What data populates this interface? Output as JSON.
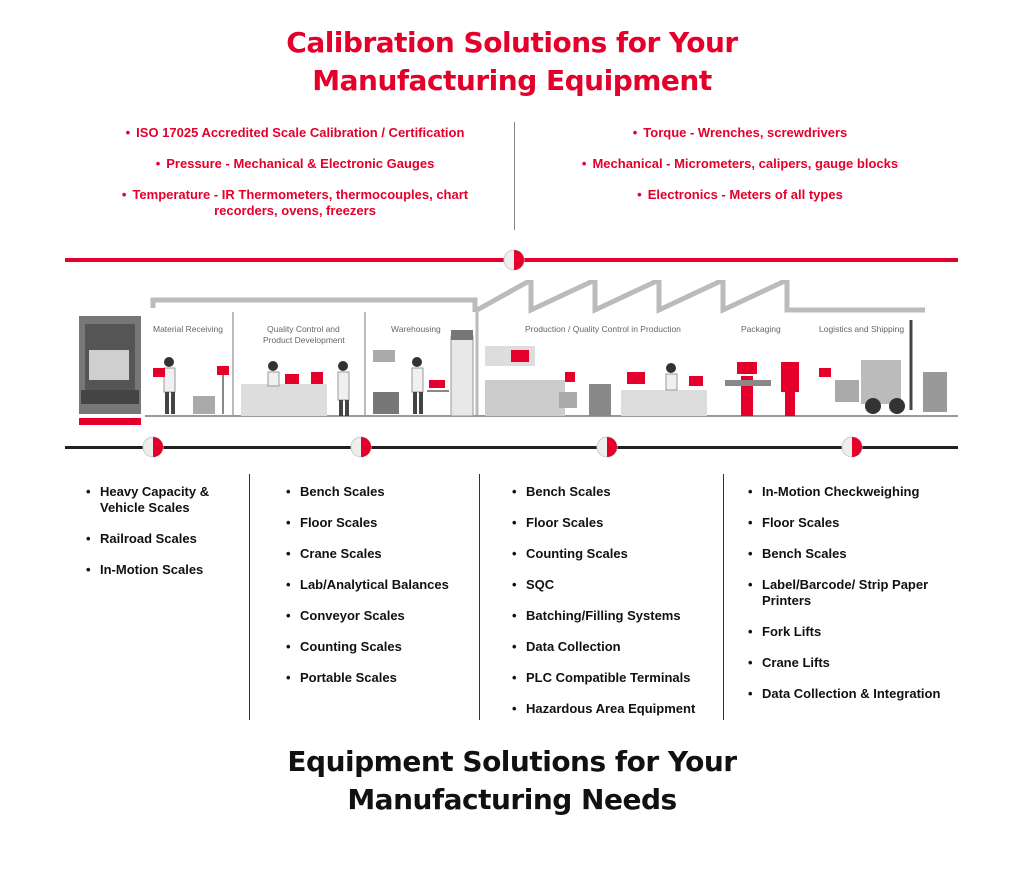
{
  "header": {
    "title_line1": "Calibration Solutions for Your",
    "title_line2": "Manufacturing Equipment"
  },
  "calibration": {
    "left": [
      "ISO 17025 Accredited Scale Calibration / Certification",
      "Pressure - Mechanical & Electronic Gauges",
      "Temperature - IR Thermometers, thermocouples, chart recorders, ovens, freezers"
    ],
    "right": [
      "Torque - Wrenches, screwdrivers",
      "Mechanical - Micrometers, calipers, gauge blocks",
      "Electronics - Meters of all types"
    ]
  },
  "scene": {
    "zones": [
      "Material Receiving",
      "Quality Control and Product Development",
      "Warehousing",
      "Production  /  Quality Control in Production",
      "Packaging",
      "Logistics and Shipping"
    ]
  },
  "equipment": {
    "col1": [
      "Heavy Capacity & Vehicle Scales",
      "Railroad Scales",
      "In-Motion Scales"
    ],
    "col2": [
      "Bench Scales",
      "Floor Scales",
      "Crane Scales",
      "Lab/Analytical Balances",
      "Conveyor Scales",
      "Counting Scales",
      "Portable Scales"
    ],
    "col3": [
      "Bench Scales",
      "Floor Scales",
      "Counting Scales",
      "SQC",
      "Batching/Filling Systems",
      "Data Collection",
      "PLC Compatible Terminals",
      "Hazardous Area Equipment"
    ],
    "col4": [
      "In-Motion Checkweighing",
      "Floor Scales",
      "Bench Scales",
      "Label/Barcode/ Strip Paper Printers",
      "Fork Lifts",
      "Crane Lifts",
      "Data Collection & Integration"
    ]
  },
  "footer": {
    "title_line1": "Equipment Solutions for Your",
    "title_line2": "Manufacturing Needs"
  },
  "colors": {
    "accent": "#e4002b",
    "text": "#111111",
    "building": "#bbbbbb"
  }
}
